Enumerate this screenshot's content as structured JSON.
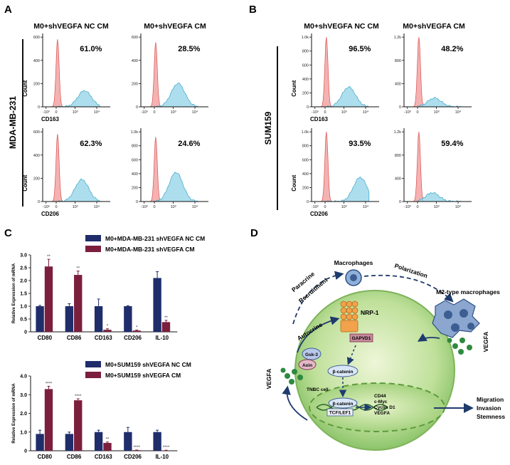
{
  "panels": {
    "a_letter": "A",
    "b_letter": "B",
    "c_letter": "C",
    "d_letter": "D",
    "a_cell_label": "MDA-MB-231",
    "b_cell_label": "SUM159"
  },
  "flow": {
    "col_nc": "M0+shVEGFA NC CM",
    "col_cm": "M0+shVEGFA CM",
    "ylabel": "Count",
    "x_ticks": [
      "-10³",
      "0",
      "10³",
      "10⁴"
    ],
    "x_ticks_b": [
      "-10³",
      "0",
      "10³",
      "10⁴"
    ],
    "a_cd163_nc": {
      "pct": "61.0%",
      "yticks": [
        "0",
        "200",
        "400",
        "600"
      ],
      "marker": "CD163"
    },
    "a_cd163_cm": {
      "pct": "28.5%",
      "yticks": [
        "0",
        "200",
        "400",
        "600"
      ]
    },
    "a_cd206_nc": {
      "pct": "62.3%",
      "yticks": [
        "0",
        "200",
        "400",
        "600"
      ],
      "marker": "CD206"
    },
    "a_cd206_cm": {
      "pct": "24.6%",
      "yticks": [
        "0",
        "200",
        "400",
        "600",
        "800",
        "1.0k"
      ]
    },
    "b_cd163_nc": {
      "pct": "96.5%",
      "yticks": [
        "0",
        "200",
        "400",
        "600",
        "800",
        "1.0k"
      ],
      "marker": "CD163"
    },
    "b_cd163_cm": {
      "pct": "48.2%",
      "yticks": [
        "0",
        "400",
        "800",
        "1.2k"
      ]
    },
    "b_cd206_nc": {
      "pct": "93.5%",
      "yticks": [
        "0",
        "200",
        "400",
        "600",
        "800",
        "1.0k"
      ],
      "marker": "CD206"
    },
    "b_cd206_cm": {
      "pct": "59.4%",
      "yticks": [
        "0",
        "400",
        "800",
        "1.2k"
      ]
    }
  },
  "chart_data": [
    {
      "type": "bar",
      "ylabel": "Relative Expression of mRNA",
      "categories": [
        "CD80",
        "CD86",
        "CD163",
        "CD206",
        "IL-10"
      ],
      "ylim": [
        0,
        3.0
      ],
      "yticks": [
        "0",
        "0.5",
        "1.0",
        "1.5",
        "2.0",
        "2.5",
        "3.0"
      ],
      "series": [
        {
          "name": "M0+MDA-MB-231 shVEGFA NC CM",
          "color": "#1f2d6b",
          "values": [
            1.0,
            1.0,
            1.0,
            1.0,
            2.1
          ],
          "errors": [
            0.03,
            0.1,
            0.28,
            0.02,
            0.25
          ]
        },
        {
          "name": "M0+MDA-MB-231 shVEGFA CM",
          "color": "#7b1f3d",
          "values": [
            2.55,
            2.22,
            0.08,
            0.05,
            0.38
          ],
          "errors": [
            0.28,
            0.15,
            0.04,
            0.02,
            0.07
          ]
        }
      ],
      "significance": [
        "**",
        "**",
        "*",
        "*",
        "**"
      ]
    },
    {
      "type": "bar",
      "ylabel": "Relative Expression of mRNA",
      "categories": [
        "CD80",
        "CD86",
        "CD163",
        "CD206",
        "IL-10"
      ],
      "ylim": [
        0,
        4.0
      ],
      "yticks": [
        "0",
        "1.0",
        "2.0",
        "3.0",
        "4.0"
      ],
      "series": [
        {
          "name": "M0+SUM159 shVEGFA NC CM",
          "color": "#1f2d6b",
          "values": [
            0.9,
            0.9,
            1.0,
            1.0,
            1.0
          ],
          "errors": [
            0.2,
            0.1,
            0.1,
            0.25,
            0.1
          ]
        },
        {
          "name": "M0+SUM159 shVEGFA CM",
          "color": "#7b1f3d",
          "values": [
            3.3,
            2.7,
            0.42,
            0.03,
            0.02
          ],
          "errors": [
            0.15,
            0.08,
            0.05,
            0.01,
            0.01
          ]
        }
      ],
      "significance": [
        "****",
        "****",
        "**",
        "****",
        "****"
      ]
    }
  ],
  "diagram": {
    "macrophages": "Macrophages",
    "polarization": "Polarization",
    "m2": "M2-type macrophages",
    "paracrine": "Paracrine",
    "recruitment": "Recruitment",
    "nrp1": "NRP-1",
    "gapvd1": "GAPVD1",
    "autocrine": "Autocrine",
    "gsk3": "Gsk-3",
    "axin": "Axin",
    "bcatenin1": "β-catenin",
    "tnbc": "TNBC cell",
    "bcatenin2": "β-catenin",
    "tcf": "TCF/LEF1",
    "targets": [
      "CD44",
      "c-Myc",
      "Cyclin D1",
      "VEGFA"
    ],
    "vegfa_left": "VEGFA",
    "vegfa_right": "VEGFA",
    "outcomes": [
      "Migration",
      "Invasion",
      "Stemness"
    ]
  }
}
